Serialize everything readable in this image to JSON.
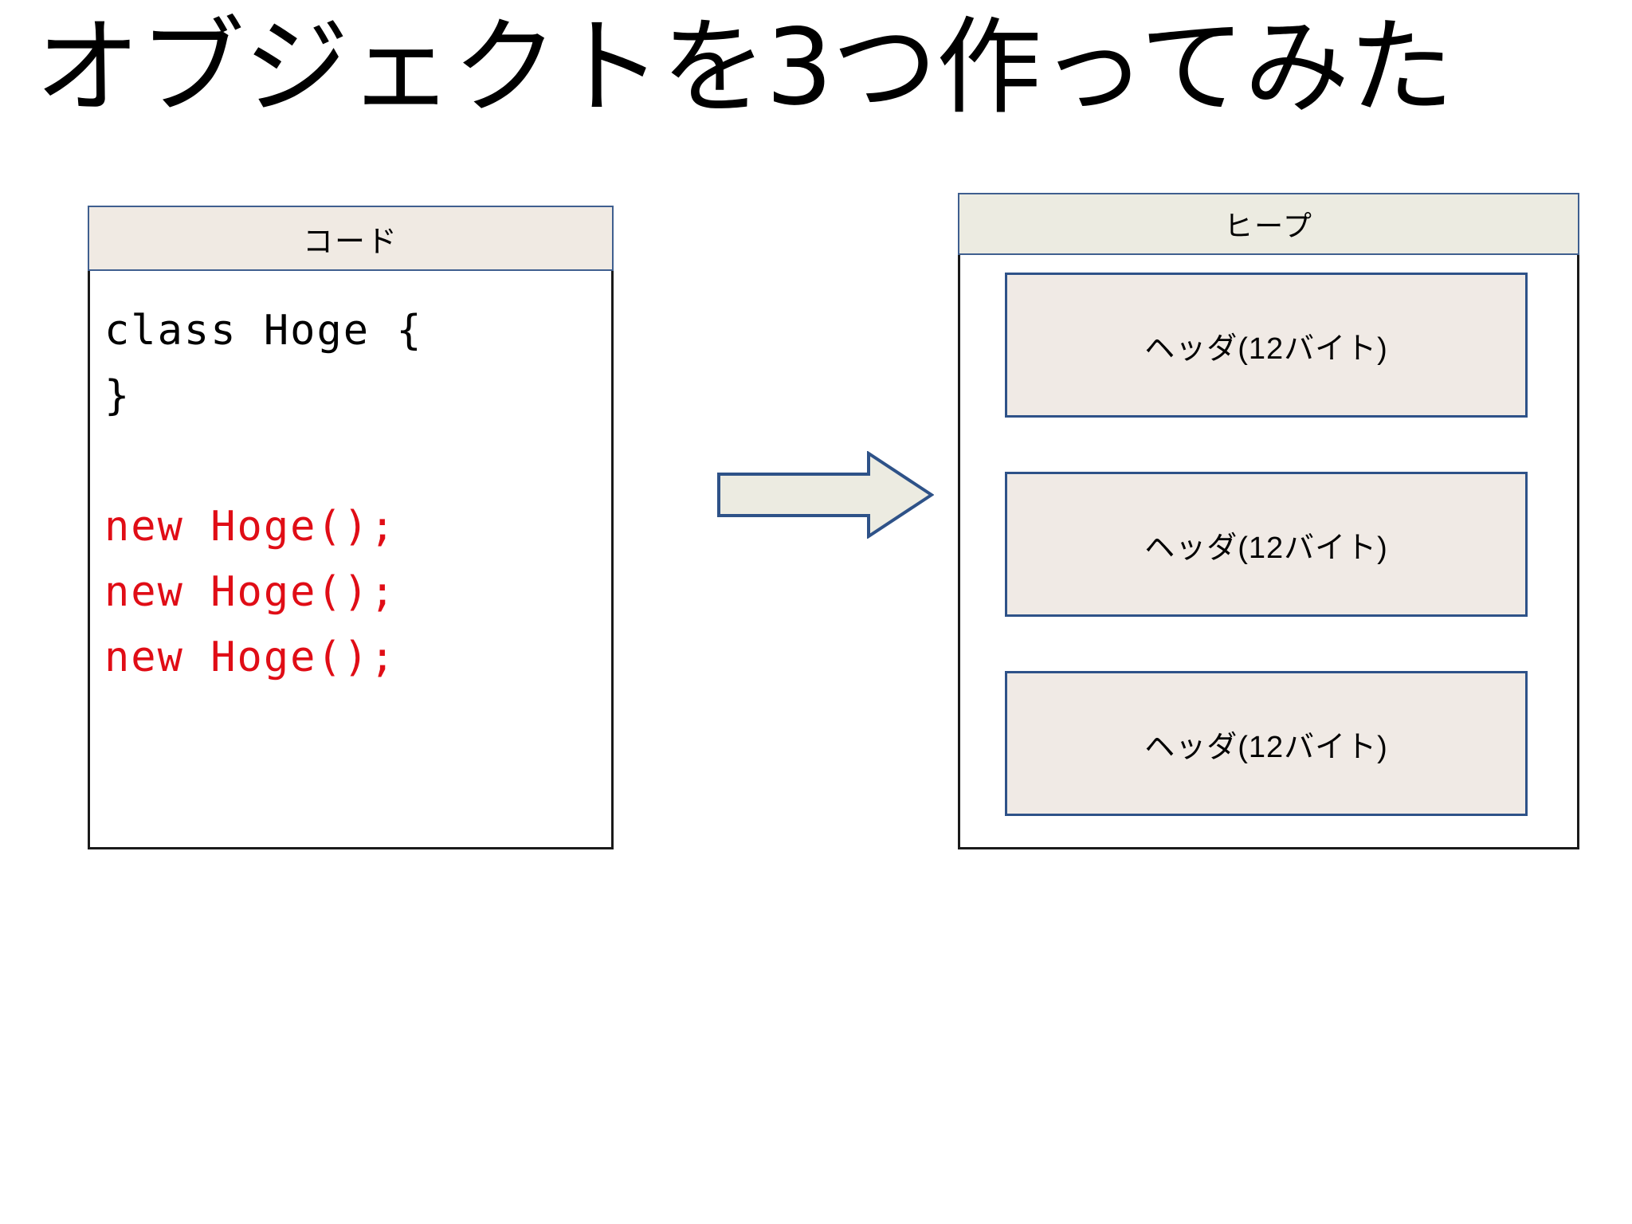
{
  "slide": {
    "title": "オブジェクトを3つ作ってみた",
    "background_color": "#ffffff"
  },
  "code_panel": {
    "header_label": "コード",
    "header_bg": "#f0eae3",
    "header_border": "#3f5f8f",
    "body_border": "#1a1a1a",
    "code_color_default": "#000000",
    "code_color_highlight": "#e00d16",
    "lines": [
      {
        "text": "class Hoge {",
        "color": "default"
      },
      {
        "text": "}",
        "color": "default"
      },
      {
        "text": " ",
        "color": "blank"
      },
      {
        "text": "new Hoge();",
        "color": "highlight"
      },
      {
        "text": "new Hoge();",
        "color": "highlight"
      },
      {
        "text": "new Hoge();",
        "color": "highlight"
      }
    ]
  },
  "arrow": {
    "direction": "right",
    "fill": "#ecebe1",
    "border": "#2e5288"
  },
  "heap_panel": {
    "header_label": "ヒープ",
    "header_bg": "#ecebe1",
    "header_border": "#3f5f8f",
    "body_border": "#1a1a1a",
    "object_fill": "#f0eae5",
    "object_border": "#2e5288",
    "objects": [
      {
        "label": "ヘッダ(12バイト)"
      },
      {
        "label": "ヘッダ(12バイト)"
      },
      {
        "label": "ヘッダ(12バイト)"
      }
    ]
  }
}
